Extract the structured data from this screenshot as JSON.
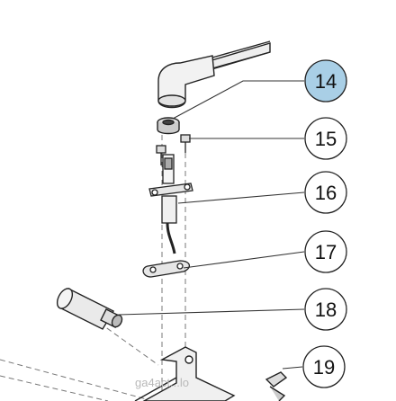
{
  "diagram": {
    "callouts": [
      {
        "id": "14",
        "label": "14",
        "highlighted": true
      },
      {
        "id": "15",
        "label": "15",
        "highlighted": false
      },
      {
        "id": "16",
        "label": "16",
        "highlighted": false
      },
      {
        "id": "17",
        "label": "17",
        "highlighted": false
      },
      {
        "id": "18",
        "label": "18",
        "highlighted": false
      },
      {
        "id": "19",
        "label": "19",
        "highlighted": false
      }
    ],
    "highlight_color": "#a9cfe6",
    "watermark": "ga4act...lo"
  }
}
